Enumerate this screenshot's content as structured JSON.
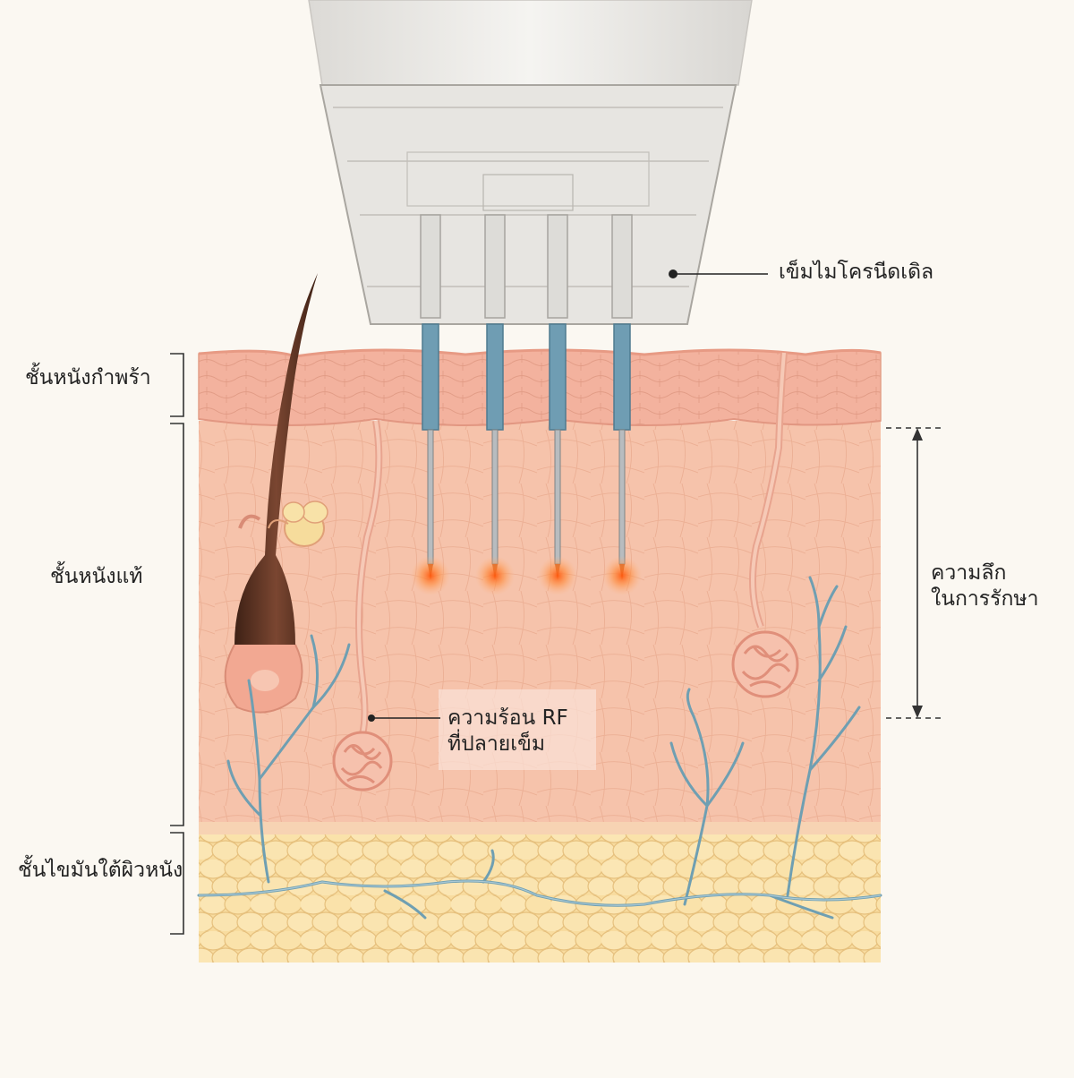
{
  "labels": {
    "epidermis": "ชั้นหนังกำพร้า",
    "dermis": "ชั้นหนังแท้",
    "hypodermis": "ชั้นไขมันใต้ผิวหนัง",
    "microneedle": "เข็มไมโครนีดเดิล",
    "treatment_depth_line1": "ความลึก",
    "treatment_depth_line2": "ในการรักษา",
    "rf_heat_line1": "ความร้อน RF",
    "rf_heat_line2": "ที่ปลายเข็ม"
  },
  "colors": {
    "background": "#fbf8f2",
    "epidermis": "#f3b8a4",
    "dermis": "#f6c3ab",
    "fat": "#f8dc9f",
    "nerve": "#6f9fb2",
    "hair": "#5a3322",
    "heat": "#ff6a1a",
    "device": "#e9e7e3"
  },
  "icons": [
    "microneedle-device",
    "needle-icon",
    "hair-follicle",
    "sweat-gland",
    "nerve-fiber",
    "fat-cell"
  ]
}
